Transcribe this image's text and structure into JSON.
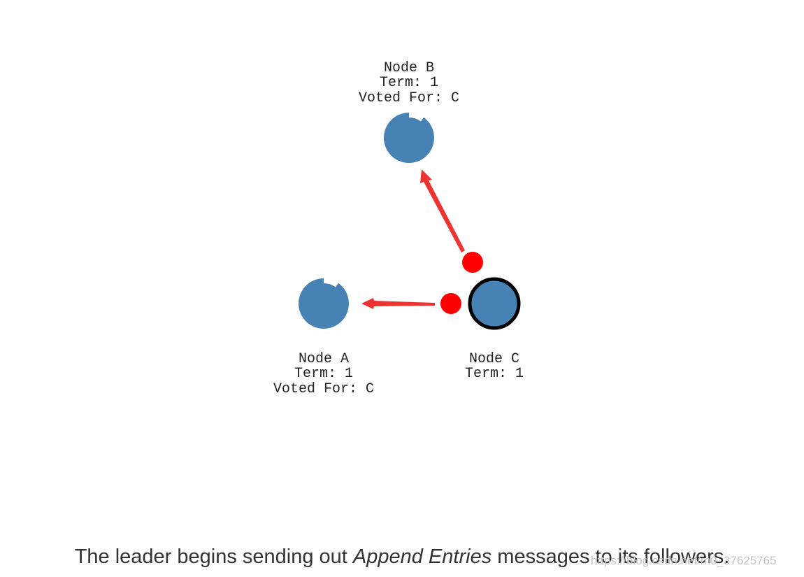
{
  "colors": {
    "node_fill": "#4682b4",
    "leader_ring": "#000000",
    "message": "#ff0000",
    "arrow": "#ee3333",
    "label_text": "#222222",
    "caption_text": "#333333"
  },
  "nodes": {
    "b": {
      "name": "Node B",
      "term": "Term: 1",
      "voted_for": "Voted For: C",
      "role": "follower",
      "election_timer_progress": 0.9
    },
    "a": {
      "name": "Node A",
      "term": "Term: 1",
      "voted_for": "Voted For: C",
      "role": "follower",
      "election_timer_progress": 0.9
    },
    "c": {
      "name": "Node C",
      "term": "Term: 1",
      "role": "leader"
    }
  },
  "messages": [
    {
      "type": "Append Entries",
      "from": "Node C",
      "to": "Node B"
    },
    {
      "type": "Append Entries",
      "from": "Node C",
      "to": "Node A"
    }
  ],
  "caption": {
    "before": "The leader begins sending out ",
    "emphasis": "Append Entries",
    "after": " messages to its followers."
  },
  "watermark": "https://blog.csdn.net/m0_37625765"
}
